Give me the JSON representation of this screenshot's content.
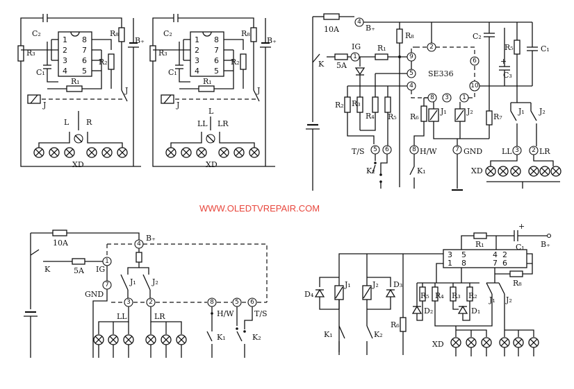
{
  "watermark": "WWW.OLEDTVREPAIR.COM",
  "diagram1": {
    "labels": {
      "c": "C₂",
      "r3": "R₃",
      "c1": "C₁",
      "r1": "R₁",
      "r2": "R₂",
      "r8": "R₈",
      "bplus": "B₊",
      "j": "J",
      "j_switch": "J",
      "l": "L",
      "r": "R",
      "xd": "XD"
    },
    "pins_left": [
      "1",
      "2",
      "3",
      "4"
    ],
    "pins_right": [
      "8",
      "7",
      "6",
      "5"
    ]
  },
  "diagram2": {
    "labels": {
      "c": "C₂",
      "r3": "R₃",
      "c1": "C₁",
      "r1": "R₁",
      "r2": "R₂",
      "r8": "R₈",
      "bplus": "B₊",
      "j": "J",
      "j_switch": "J",
      "l": "L",
      "ll": "LL",
      "lr": "LR",
      "xd": "XD"
    },
    "pins_left": [
      "1",
      "2",
      "3",
      "4"
    ],
    "pins_right": [
      "8",
      "7",
      "6",
      "5"
    ]
  },
  "diagram3": {
    "labels": {
      "fuse10": "10A",
      "bplus": "B₊",
      "k": "K",
      "fuse5": "5A",
      "ig": "IG",
      "r1": "R₁",
      "r8": "R₈",
      "c2": "C₂",
      "r5": "R₅",
      "c1": "C₁",
      "c3": "C₃",
      "plus": "+",
      "chip": "SE336",
      "r2": "R₂",
      "r3": "R₃",
      "r4": "R₄",
      "r5b": "R₅",
      "r6": "R₆",
      "j1": "J₁",
      "j2": "J₂",
      "r7": "R₇",
      "j1s": "J₁",
      "j2s": "J₂",
      "ts": "T/S",
      "hw": "H/W",
      "gnd": "GND",
      "ll": "LL",
      "lr": "LR",
      "xd": "XD",
      "k2": "K₂",
      "k1": "K₁"
    },
    "nodes": [
      "4",
      "1",
      "9",
      "2",
      "6",
      "5",
      "4",
      "8",
      "3",
      "1",
      "10",
      "5",
      "6",
      "8",
      "7",
      "3",
      "2"
    ]
  },
  "diagram4": {
    "labels": {
      "fuse10": "10A",
      "bplus": "B₊",
      "k": "K",
      "fuse5": "5A",
      "ig": "IG",
      "gnd": "GND",
      "j1": "J₁",
      "j2": "J₂",
      "ll": "LL",
      "lr": "LR",
      "hw": "H/W",
      "ts": "T/S",
      "k1": "K₁",
      "k2": "K₂"
    },
    "nodes": [
      "4",
      "1",
      "7",
      "3",
      "2",
      "8",
      "5",
      "6"
    ]
  },
  "diagram5": {
    "labels": {
      "r1": "R₁",
      "c1": "C₁",
      "plus": "+",
      "bplus": "B₊",
      "r8": "R₈",
      "d4": "D₄",
      "j1": "J₁",
      "j2": "J₂",
      "d3": "D₃",
      "r5": "R₅",
      "r4": "R₄",
      "r3": "R₃",
      "r2": "R₂",
      "d2": "D₂",
      "d1": "D₁",
      "j1s": "J₁",
      "j2s": "J₂",
      "r6": "R₆",
      "k1": "K₁",
      "k2": "K₂",
      "xd": "XD"
    },
    "pins_top": [
      "3",
      "5",
      "4",
      "2"
    ],
    "pins_bottom": [
      "1",
      "8",
      "7",
      "6"
    ]
  }
}
